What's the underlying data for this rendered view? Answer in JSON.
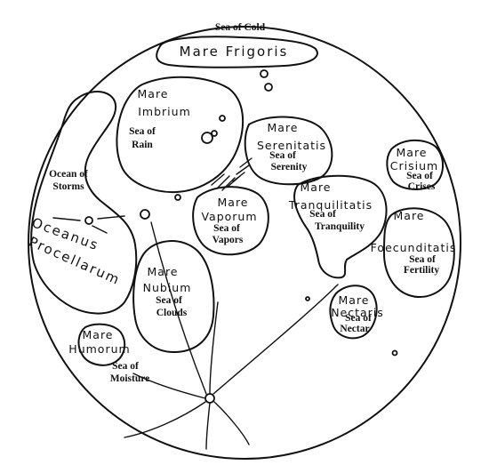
{
  "title": "Sea of Cold",
  "maria": [
    {
      "id": "frigoris",
      "latin": [
        "Mare Frigoris"
      ],
      "english": []
    },
    {
      "id": "imbrium",
      "latin": [
        "Mare",
        "Imbrium"
      ],
      "english": [
        "Sea of",
        "Rain"
      ]
    },
    {
      "id": "serenitatis",
      "latin": [
        "Mare",
        "Serenitatis"
      ],
      "english": [
        "Sea of",
        "Serenity"
      ]
    },
    {
      "id": "crisium",
      "latin": [
        "Mare",
        "Crisium"
      ],
      "english": [
        "Sea of",
        "Crises"
      ]
    },
    {
      "id": "storms",
      "latin": [
        "Oceanus",
        "Procellarum"
      ],
      "english": [
        "Ocean of",
        "Storms"
      ]
    },
    {
      "id": "vaporum",
      "latin": [
        "Mare",
        "Vaporum"
      ],
      "english": [
        "Sea of",
        "Vapors"
      ]
    },
    {
      "id": "tranquilitatis",
      "latin": [
        "Mare",
        "Tranquilitatis"
      ],
      "english": [
        "Sea of",
        "Tranquility"
      ]
    },
    {
      "id": "fecunditatis",
      "latin": [
        "Mare",
        "Foecunditatis"
      ],
      "english": [
        "Sea of",
        "Fertility"
      ]
    },
    {
      "id": "nubium",
      "latin": [
        "Mare",
        "Nubium"
      ],
      "english": [
        "Sea of",
        "Clouds"
      ]
    },
    {
      "id": "nectaris",
      "latin": [
        "Mare",
        "Nectaris"
      ],
      "english": [
        "Sea of",
        "Nectar"
      ]
    },
    {
      "id": "humorum",
      "latin": [
        "Mare",
        "Humorum"
      ],
      "english": [
        "Sea of",
        "Moisture"
      ]
    }
  ]
}
